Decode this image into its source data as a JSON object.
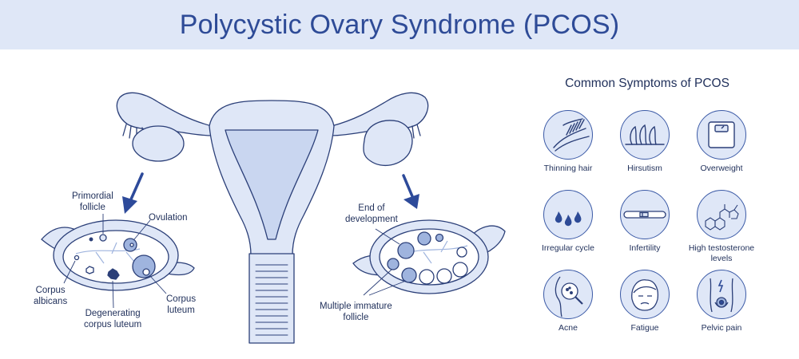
{
  "title": "Polycystic Ovary Syndrome (PCOS)",
  "labels": {
    "primordial": "Primordial\nfollicle",
    "ovulation": "Ovulation",
    "corpus_albicans": "Corpus\nalbicans",
    "degenerating": "Degenerating\ncorpus luteum",
    "corpus_luteum": "Corpus\nluteum",
    "end_dev": "End of\ndevelopment",
    "multiple": "Multiple immature\nfollicle"
  },
  "symptoms": {
    "title": "Common Symptoms of PCOS",
    "items": [
      {
        "label": "Thinning hair",
        "icon": "thinning-hair-icon"
      },
      {
        "label": "Hirsutism",
        "icon": "hirsutism-icon"
      },
      {
        "label": "Overweight",
        "icon": "scale-icon"
      },
      {
        "label": "Irregular cycle",
        "icon": "drops-icon"
      },
      {
        "label": "Infertility",
        "icon": "pregnancy-test-icon"
      },
      {
        "label": "High testosterone\nlevels",
        "icon": "molecule-icon"
      },
      {
        "label": "Acne",
        "icon": "acne-icon"
      },
      {
        "label": "Fatigue",
        "icon": "tired-face-icon"
      },
      {
        "label": "Pelvic pain",
        "icon": "pelvic-pain-icon"
      }
    ]
  },
  "colors": {
    "banner": "#dfe7f7",
    "title": "#2e4b97",
    "stroke": "#2b3f78",
    "fill": "#dfe7f7",
    "arrow": "#2d4a9a"
  }
}
